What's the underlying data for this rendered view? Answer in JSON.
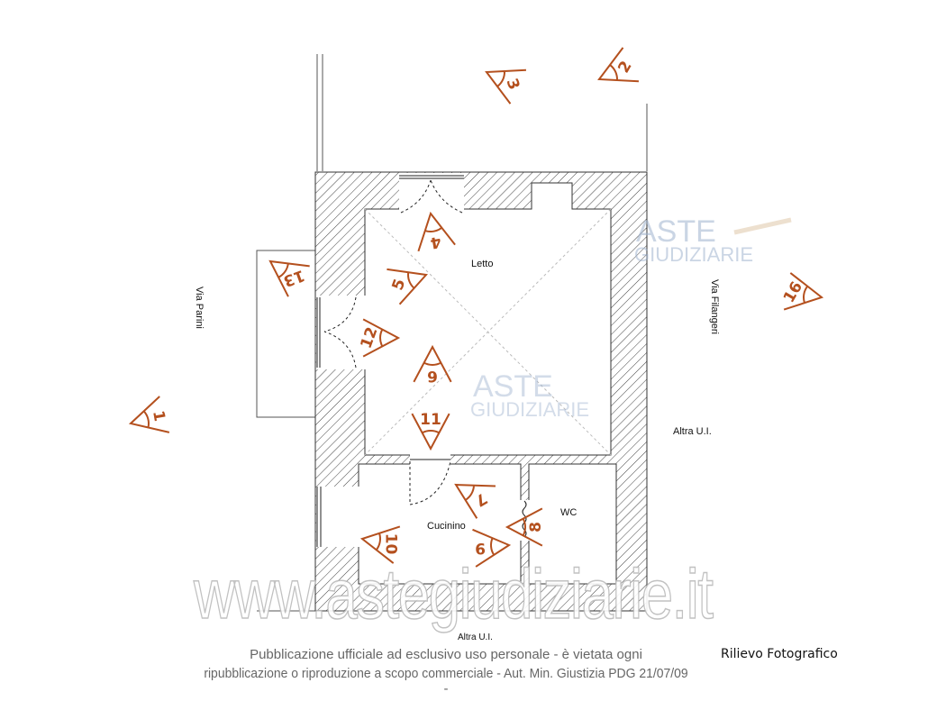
{
  "rooms": {
    "letto": "Letto",
    "cucinino": "Cucinino",
    "wc": "WC"
  },
  "labels": {
    "via_parini": "Via Parini",
    "via_filangeri": "Via Filangeri",
    "altra_ui_right": "Altra U.I.",
    "altra_ui_bottom": "Altra U.I."
  },
  "markers": [
    "1",
    "2",
    "3",
    "4",
    "5",
    "6",
    "7",
    "8",
    "9",
    "10",
    "11",
    "12",
    "13",
    "16"
  ],
  "watermark": {
    "logo_top": "ASTE",
    "logo_bottom": "GIUDIZIARIE",
    "site": "www.astegiudiziarie.it"
  },
  "footer": {
    "line1": "Pubblicazione ufficiale ad esclusivo uso personale - è vietata ogni",
    "line2": "ripubblicazione o riproduzione a scopo commerciale - Aut. Min. Giustizia PDG 21/07/09",
    "dash": "-"
  },
  "title": "Rilievo Fotografico",
  "colors": {
    "marker": "#b4501e",
    "wall": "#333333",
    "watermark": "#9fb3cf"
  }
}
